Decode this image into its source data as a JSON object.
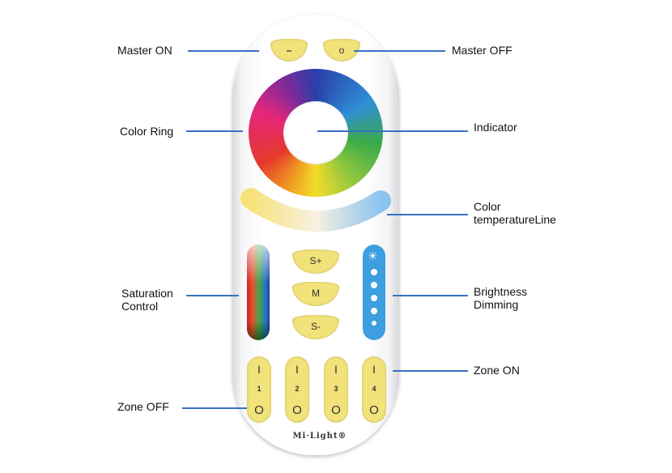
{
  "labels": {
    "master_on": "Master ON",
    "master_off": "Master OFF",
    "color_ring": "Color Ring",
    "indicator": "Indicator",
    "color_temp_1": "Color",
    "color_temp_2": "temperatureLine",
    "saturation_1": "Saturation",
    "saturation_2": "Control",
    "brightness_1": "Brightness",
    "brightness_2": "Dimming",
    "zone_on": "Zone ON",
    "zone_off": "Zone OFF"
  },
  "remote": {
    "brand": "Mi·Light®",
    "master_on_glyph": "–",
    "master_off_glyph": "o",
    "s_plus": "S+",
    "mode": "M",
    "s_minus": "S-",
    "zones": [
      {
        "on": "I",
        "num": "1",
        "off": "O"
      },
      {
        "on": "I",
        "num": "2",
        "off": "O"
      },
      {
        "on": "I",
        "num": "3",
        "off": "O"
      },
      {
        "on": "I",
        "num": "4",
        "off": "O"
      }
    ]
  },
  "colors": {
    "leader_line": "#3a6fc4",
    "button_yellow": "#f2e27a",
    "brightness_blue": "#3d9fe0"
  }
}
